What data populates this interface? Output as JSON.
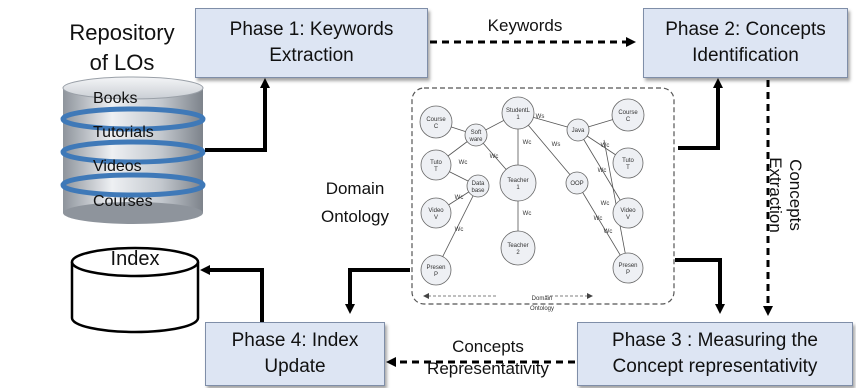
{
  "phases": {
    "p1": {
      "line1": "Phase 1: Keywords",
      "line2": "Extraction"
    },
    "p2": {
      "line1": "Phase 2: Concepts",
      "line2": "Identification"
    },
    "p3": {
      "line1": "Phase 3 : Measuring the",
      "line2": "Concept representativity"
    },
    "p4": {
      "line1": "Phase 4: Index",
      "line2": "Update"
    }
  },
  "repository": {
    "line1": "Repository",
    "line2": "of LOs",
    "layers": [
      "Books",
      "Tutorials",
      "Videos",
      "Courses"
    ]
  },
  "index_label": "Index",
  "edge_labels": {
    "keywords": "Keywords",
    "concepts_extraction_1": "Concepts",
    "concepts_extraction_2": "Extraction",
    "concepts_rep_1": "Concepts",
    "concepts_rep_2": "Representativity"
  },
  "ontology": {
    "label_line1": "Domain",
    "label_line2": "Ontology",
    "inner_label_line1": "Domain",
    "inner_label_line2": "Ontology",
    "nodes": [
      {
        "id": "c1",
        "t1": "Course",
        "t2": "C"
      },
      {
        "id": "sw",
        "t1": "Soft",
        "t2": "ware"
      },
      {
        "id": "st",
        "t1": "StudentL",
        "t2": "1"
      },
      {
        "id": "jv",
        "t1": "Java",
        "t2": ""
      },
      {
        "id": "c2",
        "t1": "Course",
        "t2": "C"
      },
      {
        "id": "tu1",
        "t1": "Tuto",
        "t2": "T"
      },
      {
        "id": "db",
        "t1": "Data",
        "t2": "base"
      },
      {
        "id": "te1",
        "t1": "Teacher",
        "t2": "1"
      },
      {
        "id": "oop",
        "t1": "OOP",
        "t2": ""
      },
      {
        "id": "tu2",
        "t1": "Tuto",
        "t2": "T"
      },
      {
        "id": "v1",
        "t1": "Video",
        "t2": "V"
      },
      {
        "id": "v2",
        "t1": "Video",
        "t2": "V"
      },
      {
        "id": "te2",
        "t1": "Teacher",
        "t2": "2"
      },
      {
        "id": "pr1",
        "t1": "Presen",
        "t2": "P"
      },
      {
        "id": "pr2",
        "t1": "Presen",
        "t2": "P"
      }
    ],
    "edge_labels": [
      "Wc",
      "Wc",
      "Wc",
      "Wc",
      "Ws",
      "Ws",
      "Wc",
      "Wc",
      "Wc",
      "Wc",
      "Wc",
      "Wc",
      "Wc"
    ]
  }
}
